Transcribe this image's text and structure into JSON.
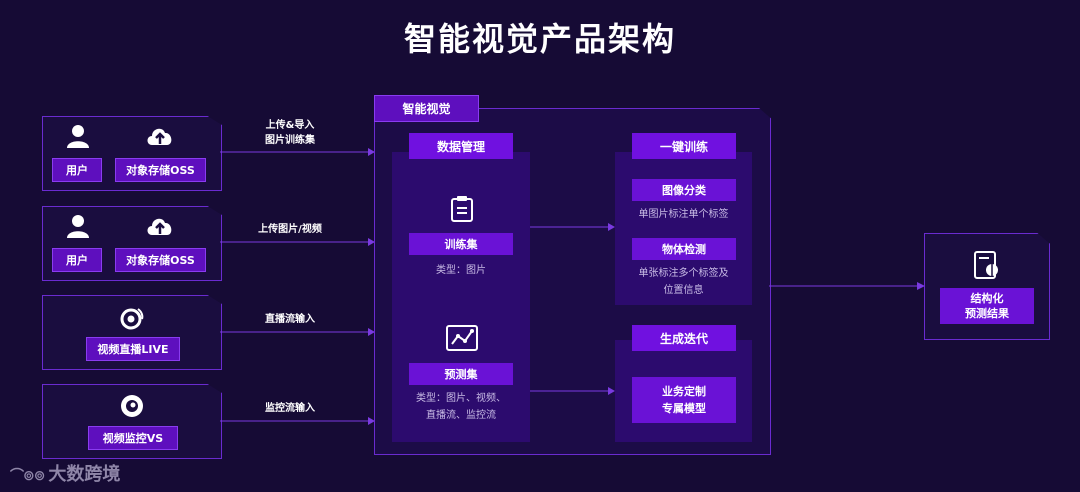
{
  "title": "智能视觉产品架构",
  "sources": [
    {
      "chips": [
        "用户",
        "对象存储OSS"
      ],
      "arrow_label_lines": [
        "上传&导入",
        "图片训练集"
      ]
    },
    {
      "chips": [
        "用户",
        "对象存储OSS"
      ],
      "arrow_label_lines": [
        "上传图片/视频"
      ]
    },
    {
      "chips": [
        "视频直播LIVE"
      ],
      "arrow_label_lines": [
        "直播流输入"
      ]
    },
    {
      "chips": [
        "视频监控VS"
      ],
      "arrow_label_lines": [
        "监控流输入"
      ]
    }
  ],
  "main": {
    "tag": "智能视觉",
    "data_mgmt": {
      "head": "数据管理",
      "train_set": {
        "label": "训练集",
        "desc": "类型：图片"
      },
      "predict_set": {
        "label": "预测集",
        "desc_lines": [
          "类型：图片、视频、",
          "直播流、监控流"
        ]
      }
    },
    "train": {
      "head": "一键训练",
      "items": [
        {
          "label": "图像分类",
          "desc_lines": [
            "单图片标注单个标签"
          ]
        },
        {
          "label": "物体检测",
          "desc_lines": [
            "单张标注多个标签及",
            "位置信息"
          ]
        }
      ]
    },
    "iterate": {
      "head": "生成迭代",
      "model_lines": [
        "业务定制",
        "专属模型"
      ]
    }
  },
  "result": {
    "label_lines": [
      "结构化",
      "预测结果"
    ]
  },
  "watermark": "大数跨境",
  "colors": {
    "background": "#160b35",
    "accent": "#7011e0",
    "border": "#6a2bd0"
  }
}
